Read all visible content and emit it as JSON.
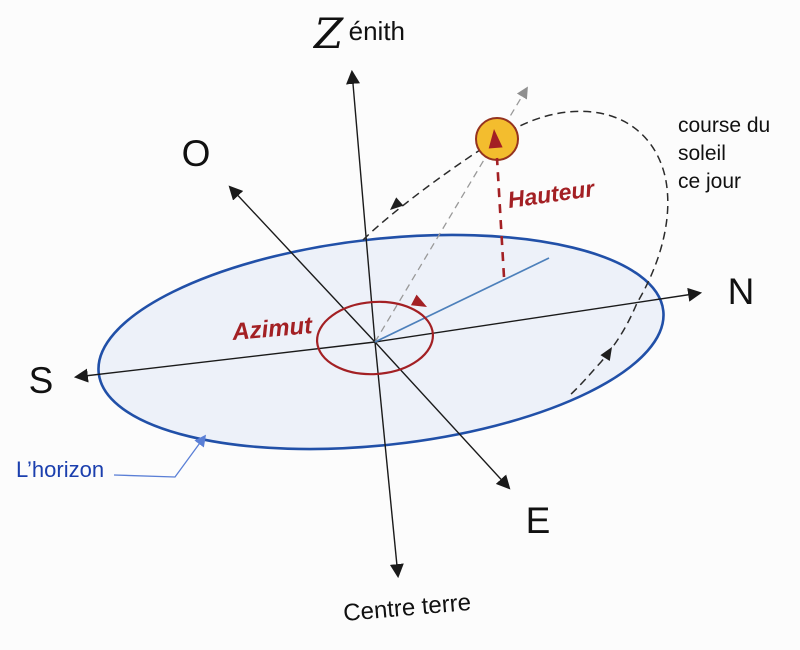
{
  "labels": {
    "zenith_initial": "Z",
    "zenith_rest": "énith",
    "west": "O",
    "north": "N",
    "south": "S",
    "east": "E",
    "centre_terre": "Centre terre",
    "horizon": "L’horizon",
    "azimut": "Azimut",
    "hauteur": "Hauteur",
    "course": [
      "course du",
      "soleil",
      "ce jour"
    ]
  },
  "colors": {
    "background": "#fcfcfc",
    "axis_black": "#1a1a1a",
    "horizon_stroke": "#2150a8",
    "horizon_fill": "#edf1f9",
    "accent_red": "#a32024",
    "sun_fill": "#f3bd2e",
    "sun_stroke": "#95331f",
    "gray_dash": "#999999",
    "sun_direction_blue": "#4d80bb",
    "horizon_label_blue": "#1b3fae",
    "course_dash": "#2b2b2b"
  }
}
